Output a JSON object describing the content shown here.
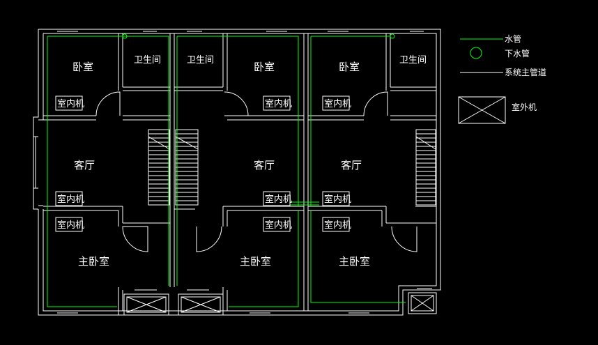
{
  "colors": {
    "background": "#000000",
    "wall": "#ffffff",
    "water_pipe": "#00ff00"
  },
  "legend": {
    "water_pipe": "水管",
    "drain_pipe": "下水管",
    "main_duct": "系统主管道",
    "outdoor_unit": "室外机"
  },
  "labels": {
    "bedroom": "卧室",
    "bathroom": "卫生间",
    "living_room": "客厅",
    "master_bedroom": "主卧室",
    "indoor_unit": "室内机"
  }
}
